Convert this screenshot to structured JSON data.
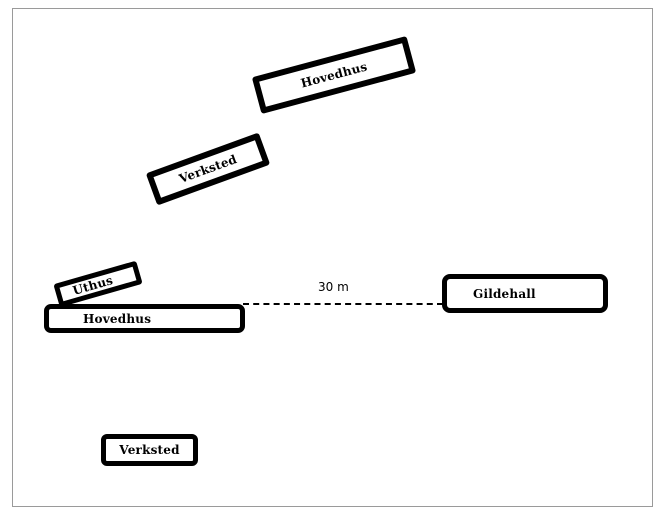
{
  "diagram": {
    "buildings": {
      "hovedhus_top": {
        "label": "Hovedhus"
      },
      "verksted_mid": {
        "label": "Verksted"
      },
      "uthus": {
        "label": "Uthus"
      },
      "hovedhus_bottom": {
        "label": "Hovedhus"
      },
      "gildehall": {
        "label": "Gildehall"
      },
      "verksted_bottom": {
        "label": "Verksted"
      }
    },
    "distance": {
      "label": "30 m"
    }
  }
}
